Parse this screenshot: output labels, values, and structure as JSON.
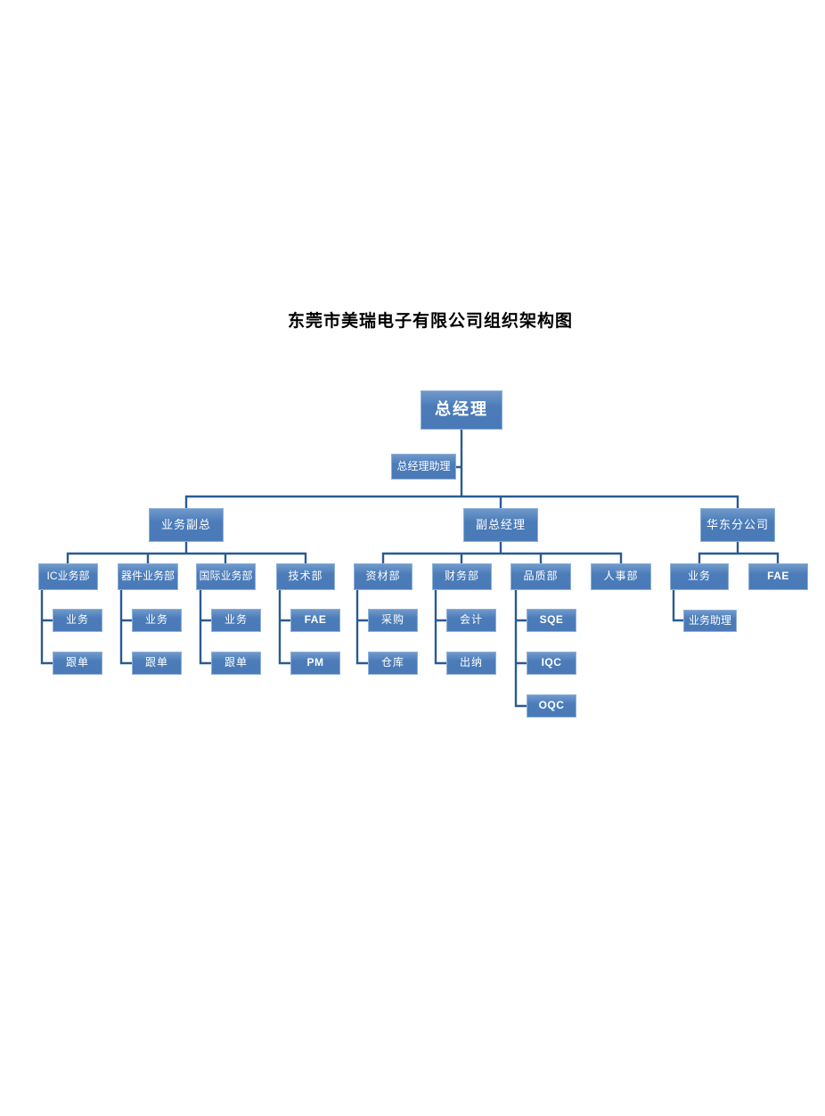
{
  "title": "东莞市美瑞电子有限公司组织架构图",
  "colors": {
    "box_fill": "#4b7cb9",
    "box_border": "#8fb0d9",
    "box_text": "#ffffff",
    "connector": "#2a5b94",
    "title_text": "#000000"
  },
  "org": {
    "root": {
      "label": "总经理"
    },
    "assistant": {
      "label": "总经理助理"
    },
    "branches": [
      {
        "label": "业务副总",
        "departments": [
          {
            "label": "IC业务部",
            "children": [
              {
                "label": "业务"
              },
              {
                "label": "跟单"
              }
            ]
          },
          {
            "label": "器件业务部",
            "children": [
              {
                "label": "业务"
              },
              {
                "label": "跟单"
              }
            ]
          },
          {
            "label": "国际业务部",
            "children": [
              {
                "label": "业务"
              },
              {
                "label": "跟单"
              }
            ]
          },
          {
            "label": "技术部",
            "children": [
              {
                "label": "FAE"
              },
              {
                "label": "PM"
              }
            ]
          }
        ]
      },
      {
        "label": "副总经理",
        "departments": [
          {
            "label": "资材部",
            "children": [
              {
                "label": "采购"
              },
              {
                "label": "仓库"
              }
            ]
          },
          {
            "label": "财务部",
            "children": [
              {
                "label": "会计"
              },
              {
                "label": "出纳"
              }
            ]
          },
          {
            "label": "品质部",
            "children": [
              {
                "label": "SQE"
              },
              {
                "label": "IQC"
              },
              {
                "label": "OQC"
              }
            ]
          },
          {
            "label": "人事部",
            "children": []
          }
        ]
      },
      {
        "label": "华东分公司",
        "departments": [
          {
            "label": "业务",
            "children": [
              {
                "label": "业务助理"
              }
            ]
          },
          {
            "label": "FAE",
            "children": []
          }
        ]
      }
    ]
  }
}
